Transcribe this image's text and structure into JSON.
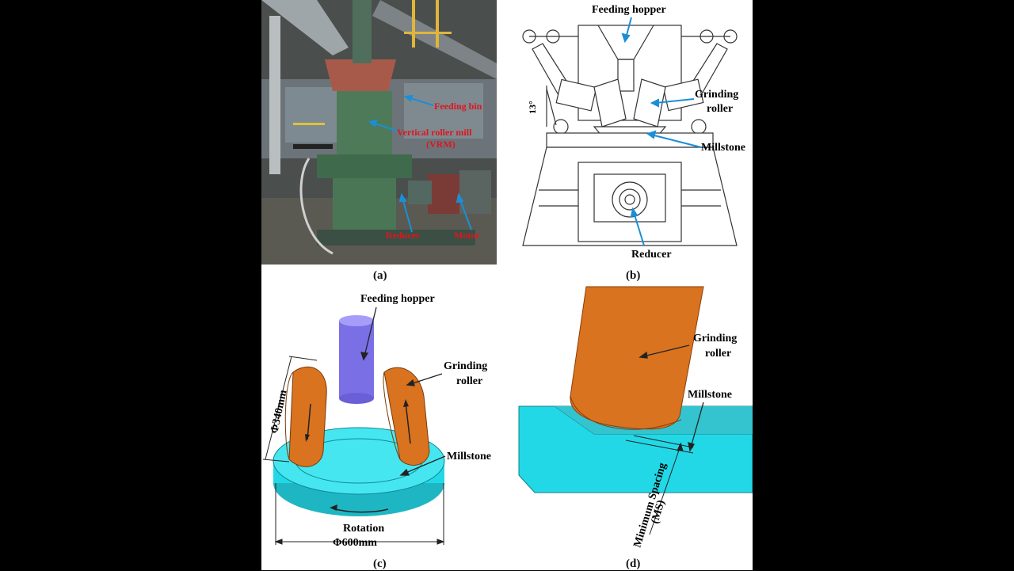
{
  "panel_a": {
    "caption": "(a)",
    "labels": {
      "feeding_bin": "Feeding bin",
      "vrm_line1": "Vertical roller mill",
      "vrm_line2": "(VRM)",
      "reducer": "Reducer",
      "motor": "Motor"
    }
  },
  "panel_b": {
    "caption": "(b)",
    "labels": {
      "feeding_hopper": "Feeding hopper",
      "grinding_roller_line1": "Grinding",
      "grinding_roller_line2": "roller",
      "millstone": "Millstone",
      "reducer": "Reducer",
      "angle": "13°"
    }
  },
  "panel_c": {
    "caption": "(c)",
    "labels": {
      "feeding_hopper": "Feeding hopper",
      "grinding_roller_line1": "Grinding",
      "grinding_roller_line2": "roller",
      "millstone": "Millstone",
      "rotation": "Rotation",
      "roller_diameter": "Φ340mm",
      "millstone_diameter": "Φ600mm"
    }
  },
  "panel_d": {
    "caption": "(d)",
    "labels": {
      "grinding_roller_line1": "Grinding",
      "grinding_roller_line2": "roller",
      "millstone": "Millstone",
      "ms_line1": "Minimum Spacing",
      "ms_line2": "(MS)"
    }
  },
  "colors": {
    "photo_label": "#e0141e",
    "callout_arrow": "#1a8fd6",
    "roller_orange": "#d9731f",
    "millstone_cyan": "#22d8e6",
    "hopper_purple": "#7b6fe6"
  }
}
